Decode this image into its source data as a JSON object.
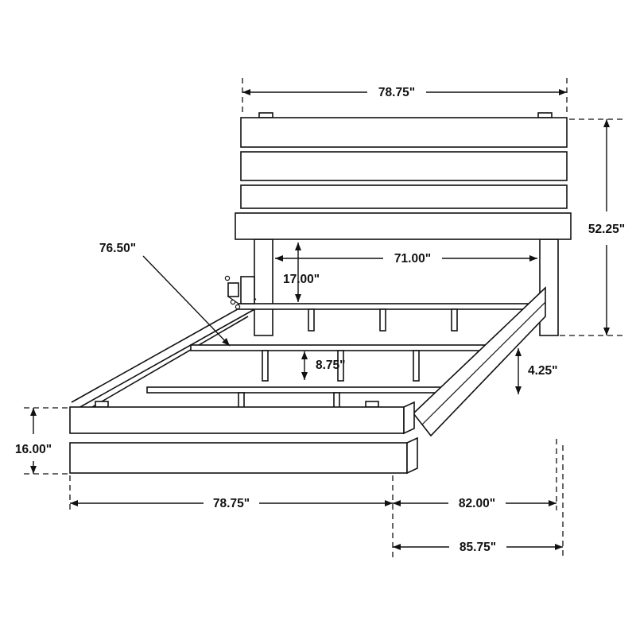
{
  "diagram": {
    "dims": {
      "top_width": "78.75\"",
      "height": "52.25\"",
      "slat_length": "76.50\"",
      "inner_width": "71.00\"",
      "headboard_leg": "17.00\"",
      "slat_support": "8.75\"",
      "side_rail": "4.25\"",
      "footboard_height": "16.00\"",
      "footboard_width": "78.75\"",
      "frame_length": "82.00\"",
      "overall_length": "85.75\""
    }
  }
}
